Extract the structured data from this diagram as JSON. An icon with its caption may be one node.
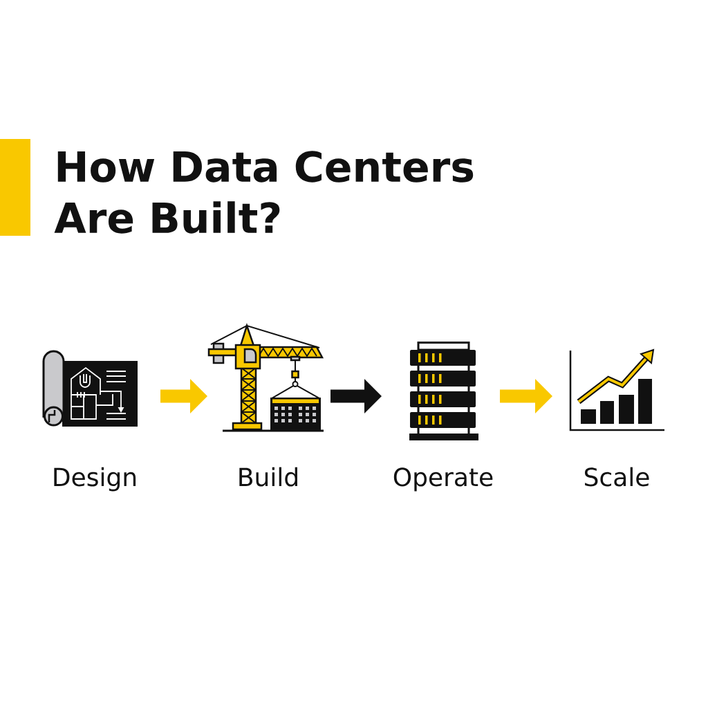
{
  "diagram": {
    "title": "How Data Centers Are Built?",
    "nodes": [
      {
        "text": [
          "Design"
        ]
      },
      {
        "text": [
          "Build"
        ]
      },
      {
        "text": [
          "Operate"
        ]
      },
      {
        "text": [
          "Scale"
        ]
      }
    ],
    "edges": [
      {
        "from": 0,
        "to": 1,
        "arrow": "to"
      },
      {
        "from": 1,
        "to": 2,
        "arrow": "to",
        "color": "#111111"
      },
      {
        "from": 2,
        "to": 3,
        "arrow": "to"
      }
    ]
  }
}
